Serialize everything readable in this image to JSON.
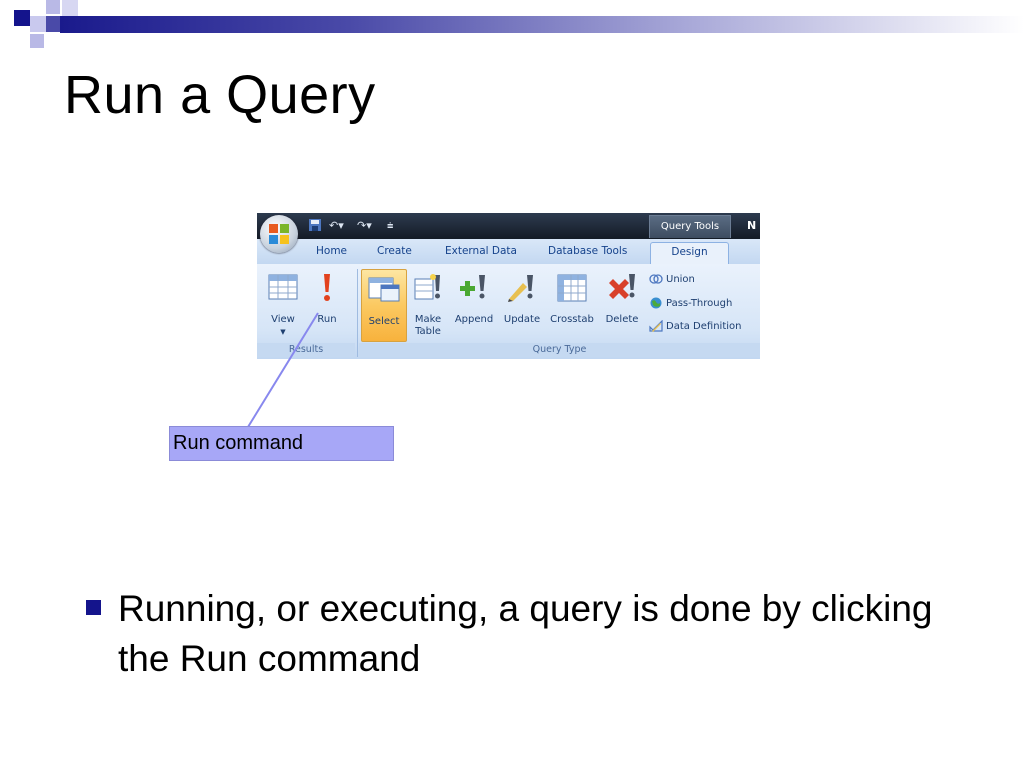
{
  "slide": {
    "title": "Run a Query",
    "bullet": "Running, or executing, a query is done by clicking the Run command",
    "callout": "Run command",
    "colors": {
      "accent": "#14148c",
      "callout_bg": "#a7a7f7"
    }
  },
  "ribbon": {
    "contextual_tab": "Query Tools",
    "contextual_tab_overflow": "N",
    "tabs": [
      "Home",
      "Create",
      "External Data",
      "Database Tools",
      "Design"
    ],
    "active_tab": "Design",
    "results_group": {
      "label": "Results",
      "view_label": "View",
      "run_label": "Run"
    },
    "query_type_group": {
      "label": "Query Type",
      "select_label": "Select",
      "make_table_label": "Make Table",
      "append_label": "Append",
      "update_label": "Update",
      "crosstab_label": "Crosstab",
      "delete_label": "Delete",
      "union_label": "Union",
      "pass_through_label": "Pass-Through",
      "data_definition_label": "Data Definition"
    }
  }
}
